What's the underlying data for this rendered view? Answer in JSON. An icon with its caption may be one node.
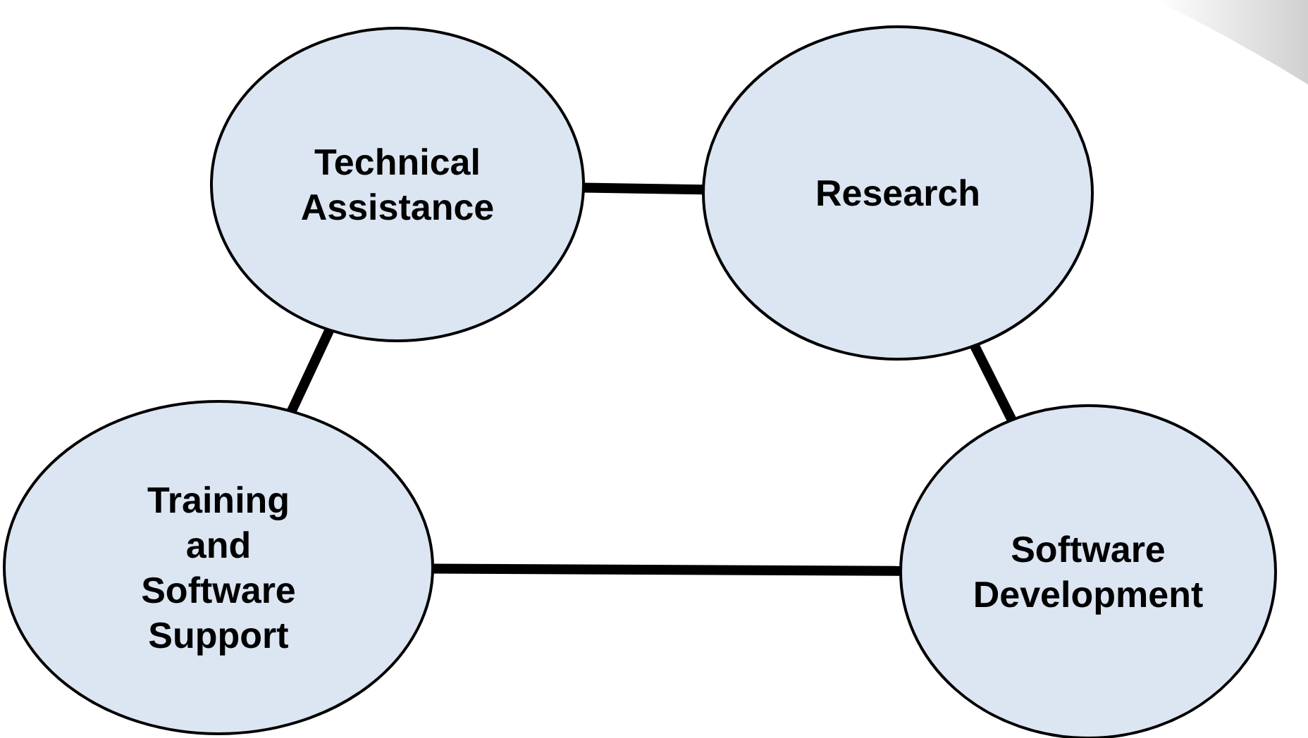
{
  "diagram": {
    "nodes": [
      {
        "text": [
          "Technical Assistance"
        ]
      },
      {
        "text": [
          "Research"
        ]
      },
      {
        "text": [
          "Training and Software Support"
        ]
      },
      {
        "text": [
          "Software Development"
        ]
      }
    ],
    "edges": [
      {
        "from": 0,
        "to": 1,
        "arrow": "none"
      },
      {
        "from": 1,
        "to": 3,
        "arrow": "none"
      },
      {
        "from": 0,
        "to": 2,
        "arrow": "none"
      },
      {
        "from": 2,
        "to": 3,
        "arrow": "none"
      }
    ]
  }
}
